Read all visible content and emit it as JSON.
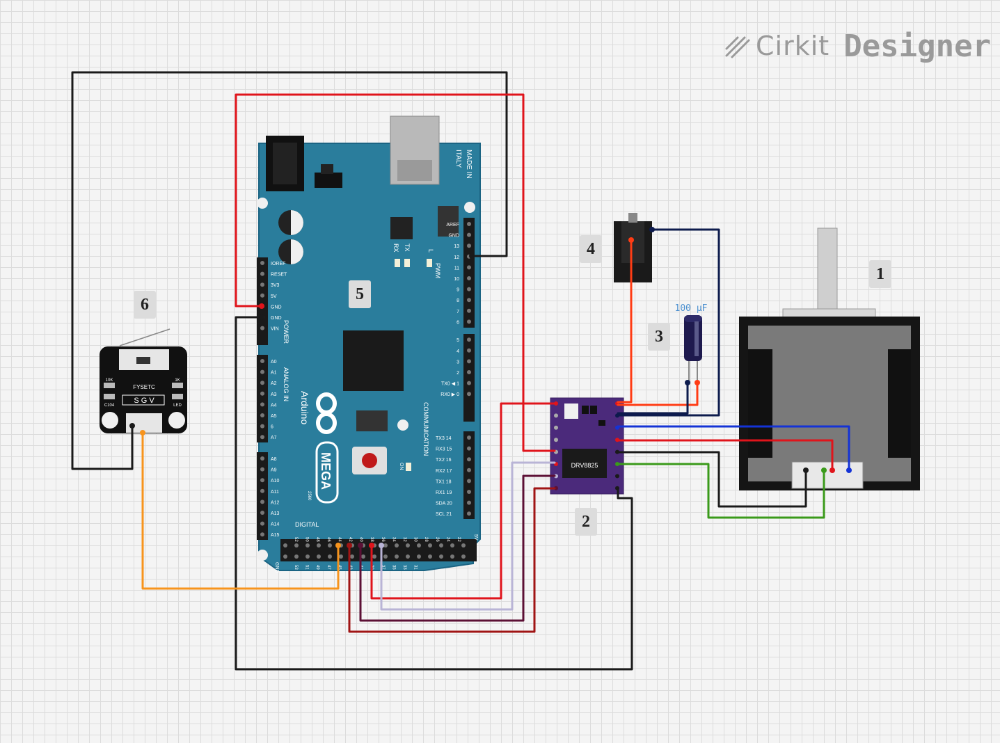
{
  "brand": {
    "name_part1": "Cirkit",
    "name_part2": "Designer"
  },
  "labels": {
    "stepper_motor": "1",
    "driver": "2",
    "capacitor": "3",
    "power_jack": "4",
    "arduino": "5",
    "endstop": "6"
  },
  "capacitor": {
    "value": "100 µF"
  },
  "arduino": {
    "made_in": "MADE IN",
    "italy": "ITALY",
    "brand": "Arduino",
    "model": "MEGA",
    "model_num": "2560",
    "tx_label": "TX",
    "rx_label": "RX",
    "l_label": "L",
    "on_label": "ON",
    "pwm_label": "PWM",
    "power_label": "POWER",
    "analog_label": "ANALOG IN",
    "digital_label": "DIGITAL",
    "comm_label": "COMMUNICATION",
    "power_pins": [
      "IOREF",
      "RESET",
      "3V3",
      "5V",
      "GND",
      "GND",
      "VIN"
    ],
    "analog_pins": [
      "A0",
      "A1",
      "A2",
      "A3",
      "A4",
      "A5",
      "6",
      "A7",
      "A8",
      "A9",
      "A10",
      "A11",
      "A12",
      "A13",
      "A14",
      "A15"
    ],
    "pwm_pins": [
      "AREF",
      "GND",
      "13",
      "12",
      "11",
      "10",
      "9",
      "8",
      "7",
      "6",
      "5",
      "4",
      "3",
      "2",
      "TX0 ◀ 1",
      "RX0 ▶ 0"
    ],
    "comm_pins": [
      "TX3 14",
      "RX3 15",
      "TX2 16",
      "RX2 17",
      "TX1 18",
      "RX1 19",
      "SDA 20",
      "SCL 21"
    ],
    "digital_top": [
      "52",
      "50",
      "48",
      "46",
      "44",
      "42",
      "40",
      "38",
      "36",
      "34",
      "32",
      "30",
      "28",
      "26",
      "24",
      "22"
    ],
    "digital_bottom": [
      "53",
      "51",
      "49",
      "47",
      "45",
      "43",
      "41",
      "39",
      "37",
      "35",
      "33",
      "31"
    ],
    "gnd_label": "GND",
    "fivev_label": "5V"
  },
  "driver": {
    "chip": "DRV8825"
  },
  "endstop": {
    "brand": "FYSETC",
    "r1": "10K",
    "r2": "1K",
    "c1": "C104",
    "led": "LED",
    "pins": "S G V"
  },
  "colors": {
    "red": "#e0141b",
    "black": "#1a1a1a",
    "orange": "#f7941d",
    "navy": "#0d1b4d",
    "blue": "#1433d6",
    "green": "#3a9a1a",
    "lavender": "#b9b4d6",
    "plum": "#5c1035",
    "darkred": "#a01414",
    "orangered": "#ff3c14",
    "board": "#2a7d9c",
    "driver": "#4b2a7b"
  }
}
